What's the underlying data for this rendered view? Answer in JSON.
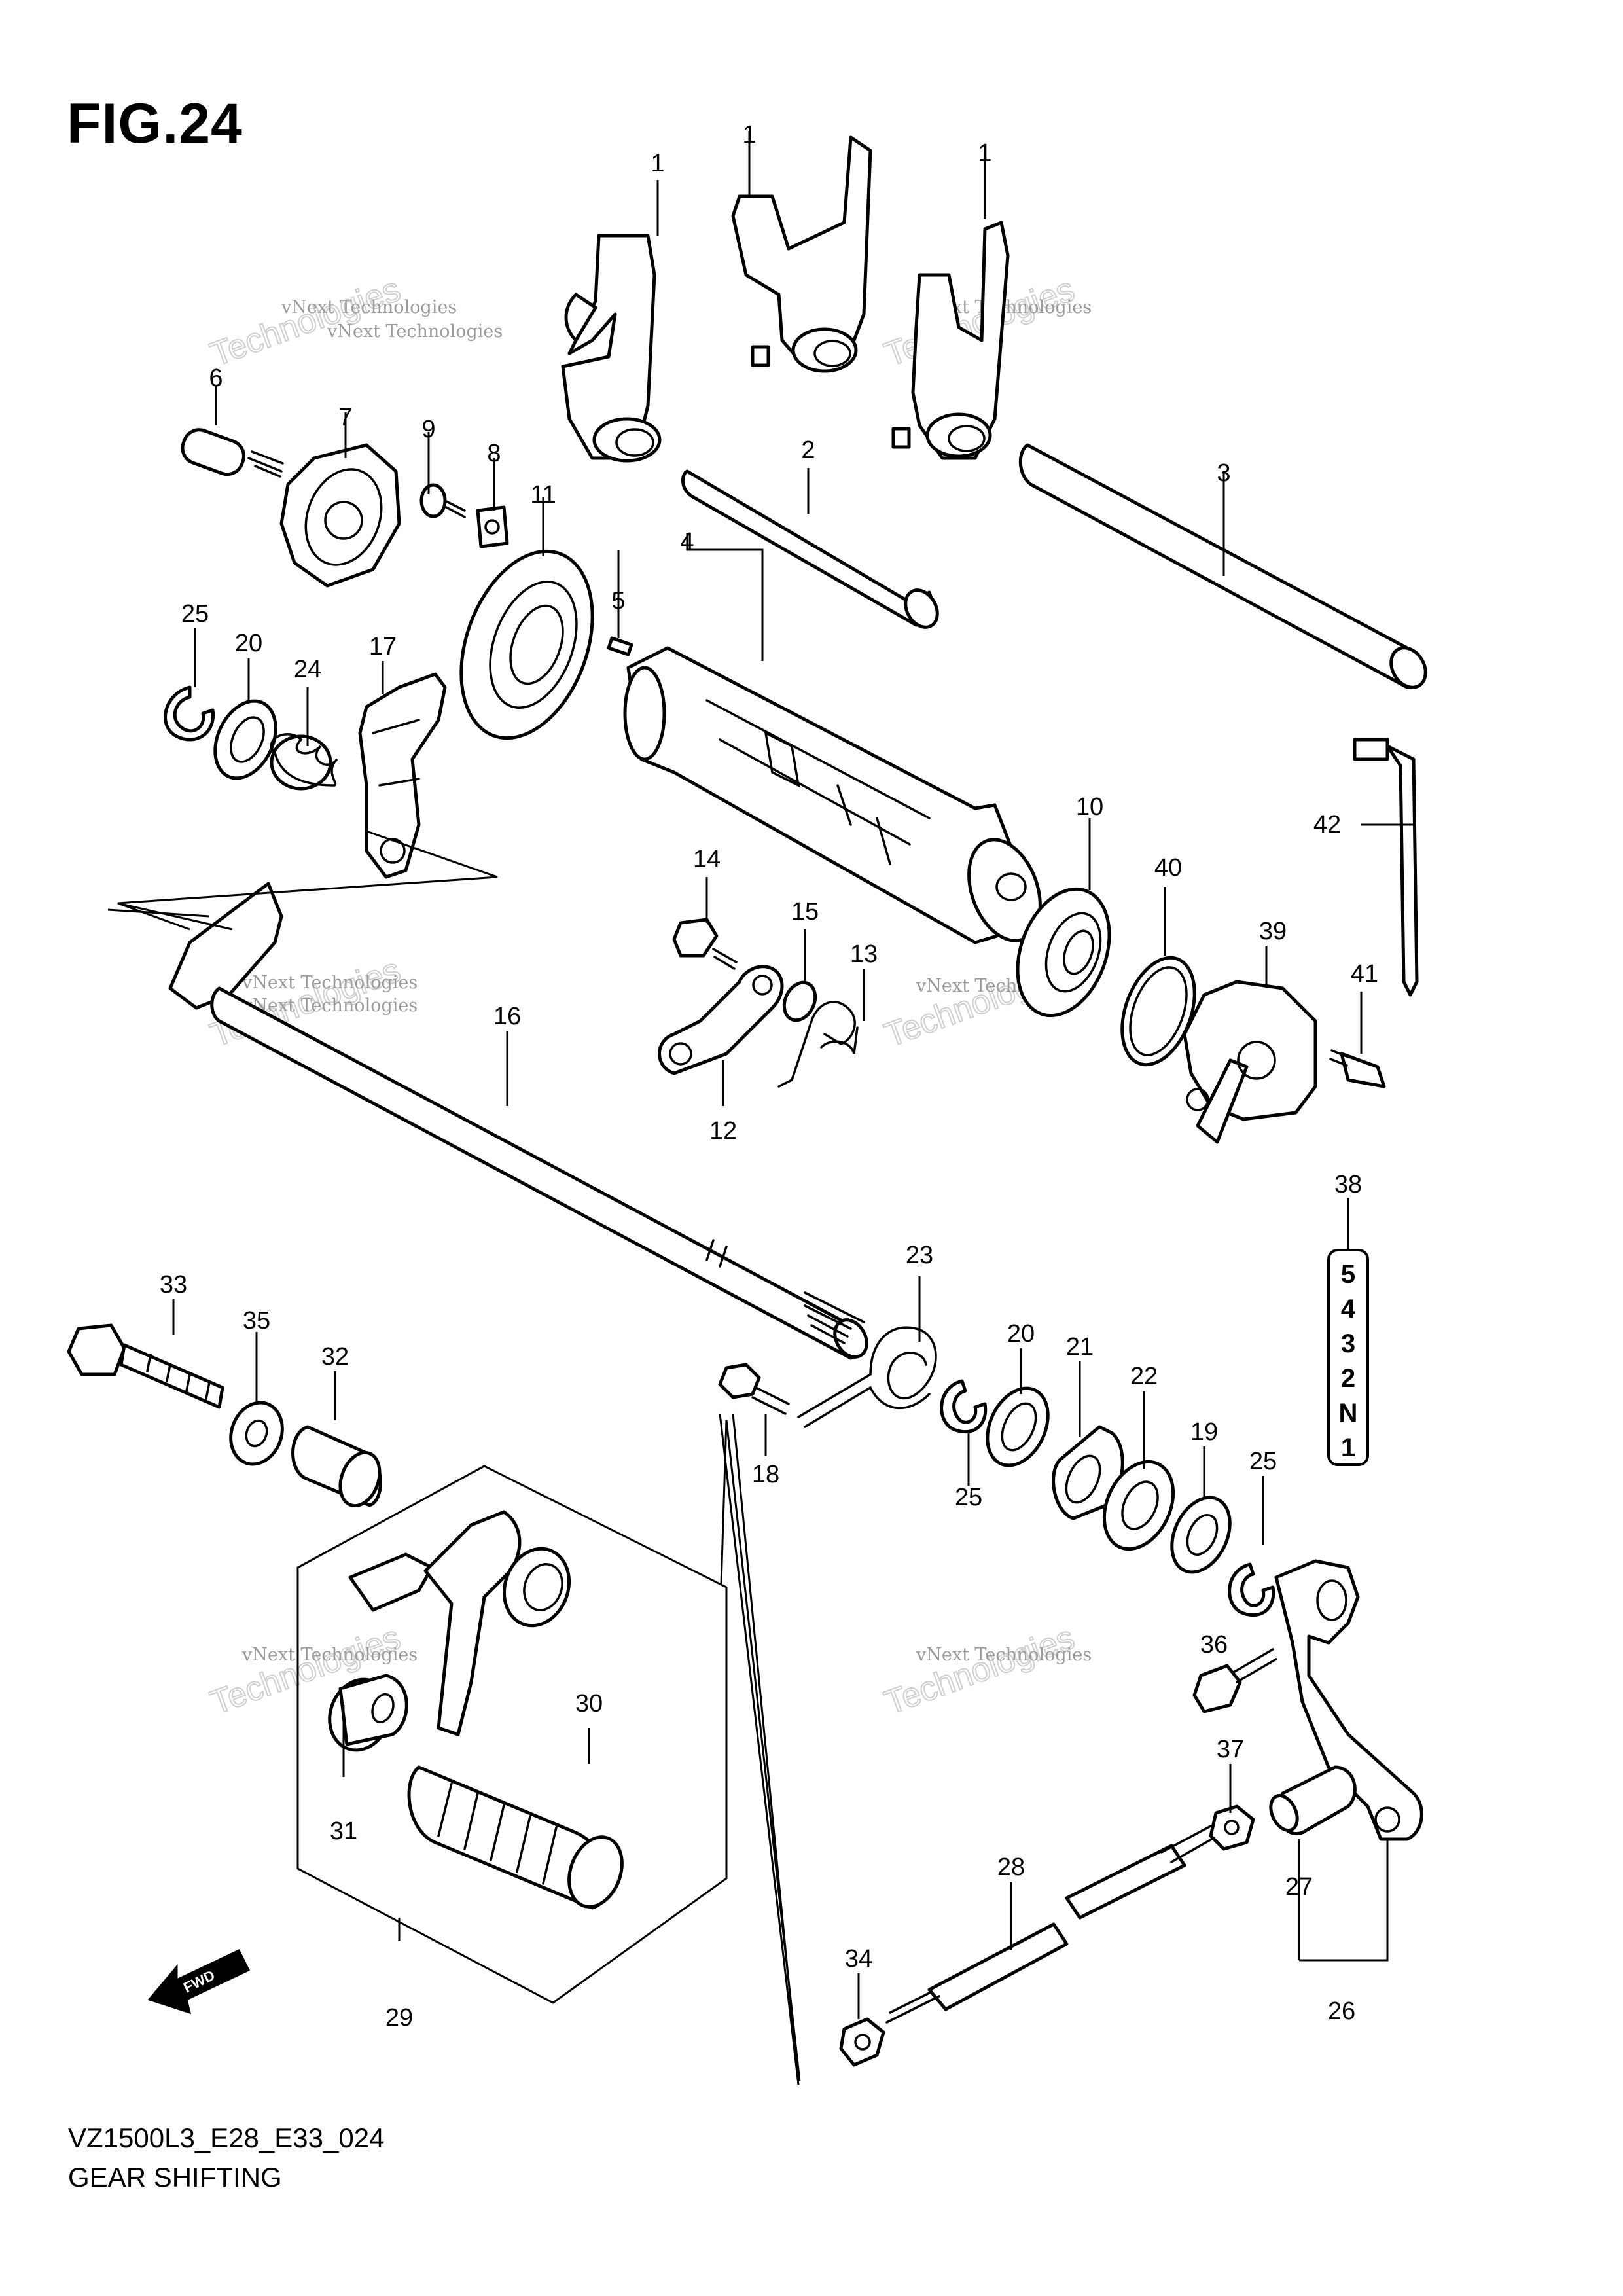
{
  "figure": {
    "title": "FIG.24",
    "code": "VZ1500L3_E28_E33_024",
    "caption": "GEAR SHIFTING"
  },
  "watermark": {
    "line1": "vNext Technologies",
    "line2": "vNext",
    "line3": "Technologies"
  },
  "gear_indicator": {
    "callout": "38",
    "positions": [
      "5",
      "4",
      "3",
      "2",
      "N",
      "1"
    ]
  },
  "fwd_label": "FWD",
  "callouts": {
    "c1a": "1",
    "c1b": "1",
    "c1c": "1",
    "c2": "2",
    "c3": "3",
    "c4": "4",
    "c5": "5",
    "c6": "6",
    "c7": "7",
    "c8": "8",
    "c9": "9",
    "c10": "10",
    "c11": "11",
    "c12": "12",
    "c13": "13",
    "c14": "14",
    "c15": "15",
    "c16": "16",
    "c17": "17",
    "c18": "18",
    "c19": "19",
    "c20a": "20",
    "c20b": "20",
    "c21": "21",
    "c22": "22",
    "c23": "23",
    "c24": "24",
    "c25a": "25",
    "c25b": "25",
    "c25c": "25",
    "c26": "26",
    "c27": "27",
    "c28": "28",
    "c29": "29",
    "c30": "30",
    "c31": "31",
    "c32": "32",
    "c33": "33",
    "c34": "34",
    "c35": "35",
    "c36": "36",
    "c37": "37",
    "c39": "39",
    "c40": "40",
    "c41": "41",
    "c42": "42"
  },
  "colors": {
    "ink": "#000000",
    "paper": "#ffffff",
    "watermark": "#9a9a9a"
  }
}
